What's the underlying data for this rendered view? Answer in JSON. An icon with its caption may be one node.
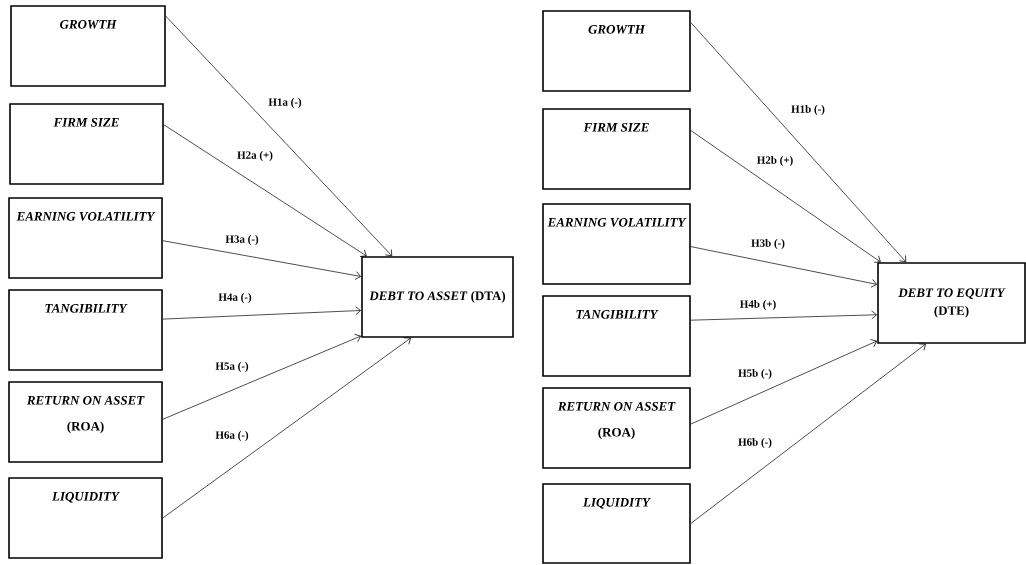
{
  "diagram": {
    "nodes": [
      {
        "text": [
          "GROWTH"
        ]
      },
      {
        "text": [
          "FIRM SIZE"
        ]
      },
      {
        "text": [
          "EARNING VOLATILITY"
        ]
      },
      {
        "text": [
          "TANGIBILITY"
        ]
      },
      {
        "text": [
          "*RETURN ON ASSET* (ROA)"
        ]
      },
      {
        "text": [
          "LIQUIDITY"
        ]
      },
      {
        "text": [
          "*DEBT TO ASSET* (DTA)"
        ]
      },
      {
        "text": [
          "GROWTH"
        ]
      },
      {
        "text": [
          "FIRM SIZE"
        ]
      },
      {
        "text": [
          "EARNING VOLATILITY"
        ]
      },
      {
        "text": [
          "TANGIBILITY"
        ]
      },
      {
        "text": [
          "*RETURN ON ASSET* (ROA)"
        ]
      },
      {
        "text": [
          "LIQUIDITY"
        ]
      },
      {
        "text": [
          "*DEBT TO EQUITY* (DTE)"
        ]
      }
    ],
    "edges": [
      {
        "from": 0,
        "to": 6,
        "arrow": "to",
        "label": "H1a (-)"
      },
      {
        "from": 1,
        "to": 6,
        "arrow": "to",
        "label": "H2a (+)"
      },
      {
        "from": 2,
        "to": 6,
        "arrow": "to",
        "label": "H3a (-)"
      },
      {
        "from": 3,
        "to": 6,
        "arrow": "to",
        "label": "H4a (-)"
      },
      {
        "from": 4,
        "to": 6,
        "arrow": "to",
        "label": "H5a (-)"
      },
      {
        "from": 5,
        "to": 6,
        "arrow": "to",
        "label": "H6a (-)"
      },
      {
        "from": 7,
        "to": 13,
        "arrow": "to",
        "label": "H1b (-)"
      },
      {
        "from": 8,
        "to": 13,
        "arrow": "to",
        "label": "H2b (+)"
      },
      {
        "from": 9,
        "to": 13,
        "arrow": "to",
        "label": "H3b (-)"
      },
      {
        "from": 10,
        "to": 13,
        "arrow": "to",
        "label": "H4b (+)"
      },
      {
        "from": 11,
        "to": 13,
        "arrow": "to",
        "label": "H5b (-)"
      },
      {
        "from": 12,
        "to": 13,
        "arrow": "to",
        "label": "H6b (-)"
      }
    ]
  }
}
